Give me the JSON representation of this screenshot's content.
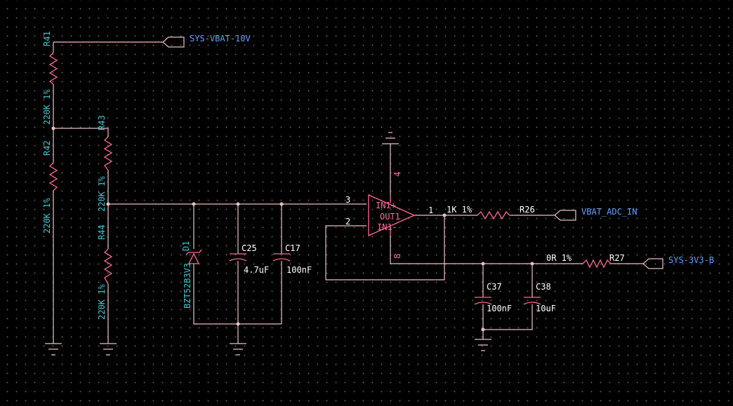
{
  "nets": {
    "sys_vbat": "SYS-VBAT-10V",
    "vbat_adc": "VBAT_ADC_IN",
    "sys_3v3": "SYS-3V3-B"
  },
  "resistors": {
    "r41": {
      "ref": "R41",
      "value": "220K 1%"
    },
    "r42": {
      "ref": "R42",
      "value": "220K 1%"
    },
    "r43": {
      "ref": "R43",
      "value": "220K 1%"
    },
    "r44": {
      "ref": "R44",
      "value": "220K 1%"
    },
    "r26": {
      "ref": "R26",
      "value": "1K 1%"
    },
    "r27": {
      "ref": "R27",
      "value": "0R  1%"
    }
  },
  "capacitors": {
    "c25": {
      "ref": "C25",
      "value": "4.7uF"
    },
    "c17": {
      "ref": "C17",
      "value": "100nF"
    },
    "c37": {
      "ref": "C37",
      "value": "100nF"
    },
    "c38": {
      "ref": "C38",
      "value": "10uF"
    }
  },
  "diode": {
    "ref": "D1",
    "value": "BZT52B3V3"
  },
  "opamp": {
    "name": "OUT1",
    "pins": {
      "in_plus": "IN1+",
      "in_minus": "IN1-",
      "out": "1",
      "p3": "3",
      "p2": "2",
      "p4": "4",
      "p8": "8"
    }
  }
}
